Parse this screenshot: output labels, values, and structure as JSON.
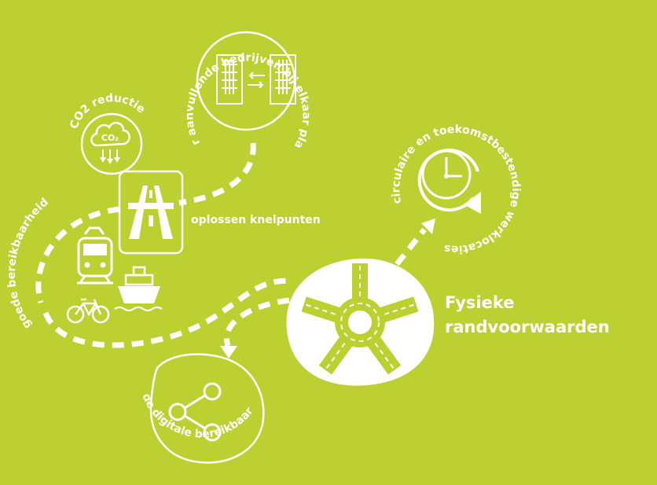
{
  "colors": {
    "background": "#bcd031",
    "foreground": "#ffffff"
  },
  "labels": {
    "companies": "elkaar aanvullende bedrijven bij elkaar plaatsen",
    "co2": "CO2 reductie",
    "co2_cloud": "CO₂",
    "bottlenecks": "oplossen knelpunten",
    "accessibility": "goede bereikbaarheid",
    "circular": "circulaire en toekomstbestendige werklocaties",
    "main_line1": "Fysieke",
    "main_line2": "randvoorwaarden",
    "digital": "goede digitale bereikbaarheid"
  },
  "icons": [
    "office-buildings-icon",
    "co2-cloud-icon",
    "highway-icon",
    "train-icon",
    "bicycle-icon",
    "ship-icon",
    "clock-icon",
    "roundabout-icon",
    "share-icon"
  ]
}
